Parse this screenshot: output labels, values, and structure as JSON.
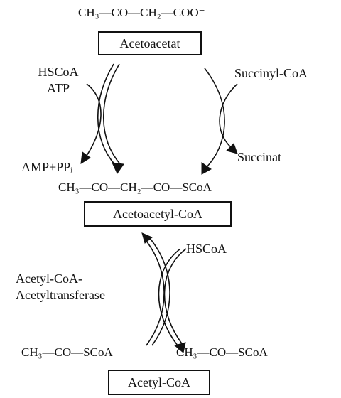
{
  "acetoacetate": {
    "formula": "CH₃—CO—CH₂—COO⁻",
    "name": "Acetoacetat"
  },
  "activation": {
    "inputs": [
      "HSCoA",
      "ATP"
    ],
    "output": "AMP+PPᵢ"
  },
  "transfer": {
    "input": "Succinyl-CoA",
    "output": "Succinat"
  },
  "acetoacetyl_coa": {
    "formula": "CH₃—CO—CH₂—CO—SCoA",
    "name": "Acetoacetyl-CoA"
  },
  "thiolase": {
    "cosubstrate": "HSCoA",
    "enzyme_lines": [
      "Acetyl-CoA-",
      "Acetyltransferase"
    ]
  },
  "products": {
    "formula_left": "CH₃—CO—SCoA",
    "formula_right": "CH₃—CO—SCoA",
    "name": "Acetyl-CoA"
  }
}
